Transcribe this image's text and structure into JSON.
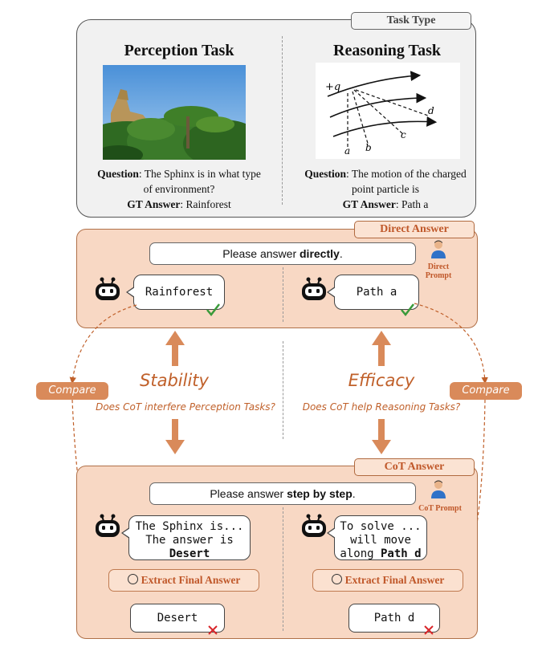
{
  "task_type": {
    "tag": "Task Type",
    "perception": {
      "title": "Perception Task",
      "question_label": "Question",
      "question_text": ": The Sphinx is in what type",
      "question_text2": "of environment?",
      "gt_label": "GT Answer",
      "gt_text": ": Rainforest"
    },
    "reasoning": {
      "title": "Reasoning Task",
      "question_label": "Question",
      "question_text": ": The motion of the charged",
      "question_text2": "point particle is",
      "gt_label": "GT Answer",
      "gt_text": ": Path a",
      "figure_labels": {
        "q": "+q",
        "a": "a",
        "b": "b",
        "c": "c",
        "d": "d"
      }
    }
  },
  "direct": {
    "tag": "Direct Answer",
    "prompt_prefix": "Please answer ",
    "prompt_bold": "directly",
    "prompt_suffix": ".",
    "person_label_line1": "Direct",
    "person_label_line2": "Prompt",
    "left_answer": "Rainforest",
    "right_answer": "Path a"
  },
  "middle": {
    "compare_left": "Compare",
    "compare_right": "Compare",
    "stability": "Stability",
    "stability_q": "Does CoT interfere Perception Tasks?",
    "efficacy": "Efficacy",
    "efficacy_q": "Does CoT help Reasoning Tasks?"
  },
  "cot": {
    "tag": "CoT Answer",
    "prompt_prefix": "Please answer ",
    "prompt_bold": "step by step",
    "prompt_suffix": ".",
    "person_label": "CoT Prompt",
    "left_bubble_line1": "The Sphinx is...",
    "left_bubble_line2": "The answer is",
    "left_bubble_line3": "Desert",
    "right_bubble_line1": "To solve ...",
    "right_bubble_line2": "will move",
    "right_bubble_line3a": "along ",
    "right_bubble_line3b": "Path d",
    "extract_left": "Extract Final Answer",
    "extract_right": "Extract Final Answer",
    "left_answer": "Desert",
    "right_answer": "Path d"
  },
  "colors": {
    "accent_orange": "#d98a5a",
    "panel_orange": "#f8d8c4",
    "check_green": "#3a9a3a",
    "cross_red": "#d9262a"
  }
}
